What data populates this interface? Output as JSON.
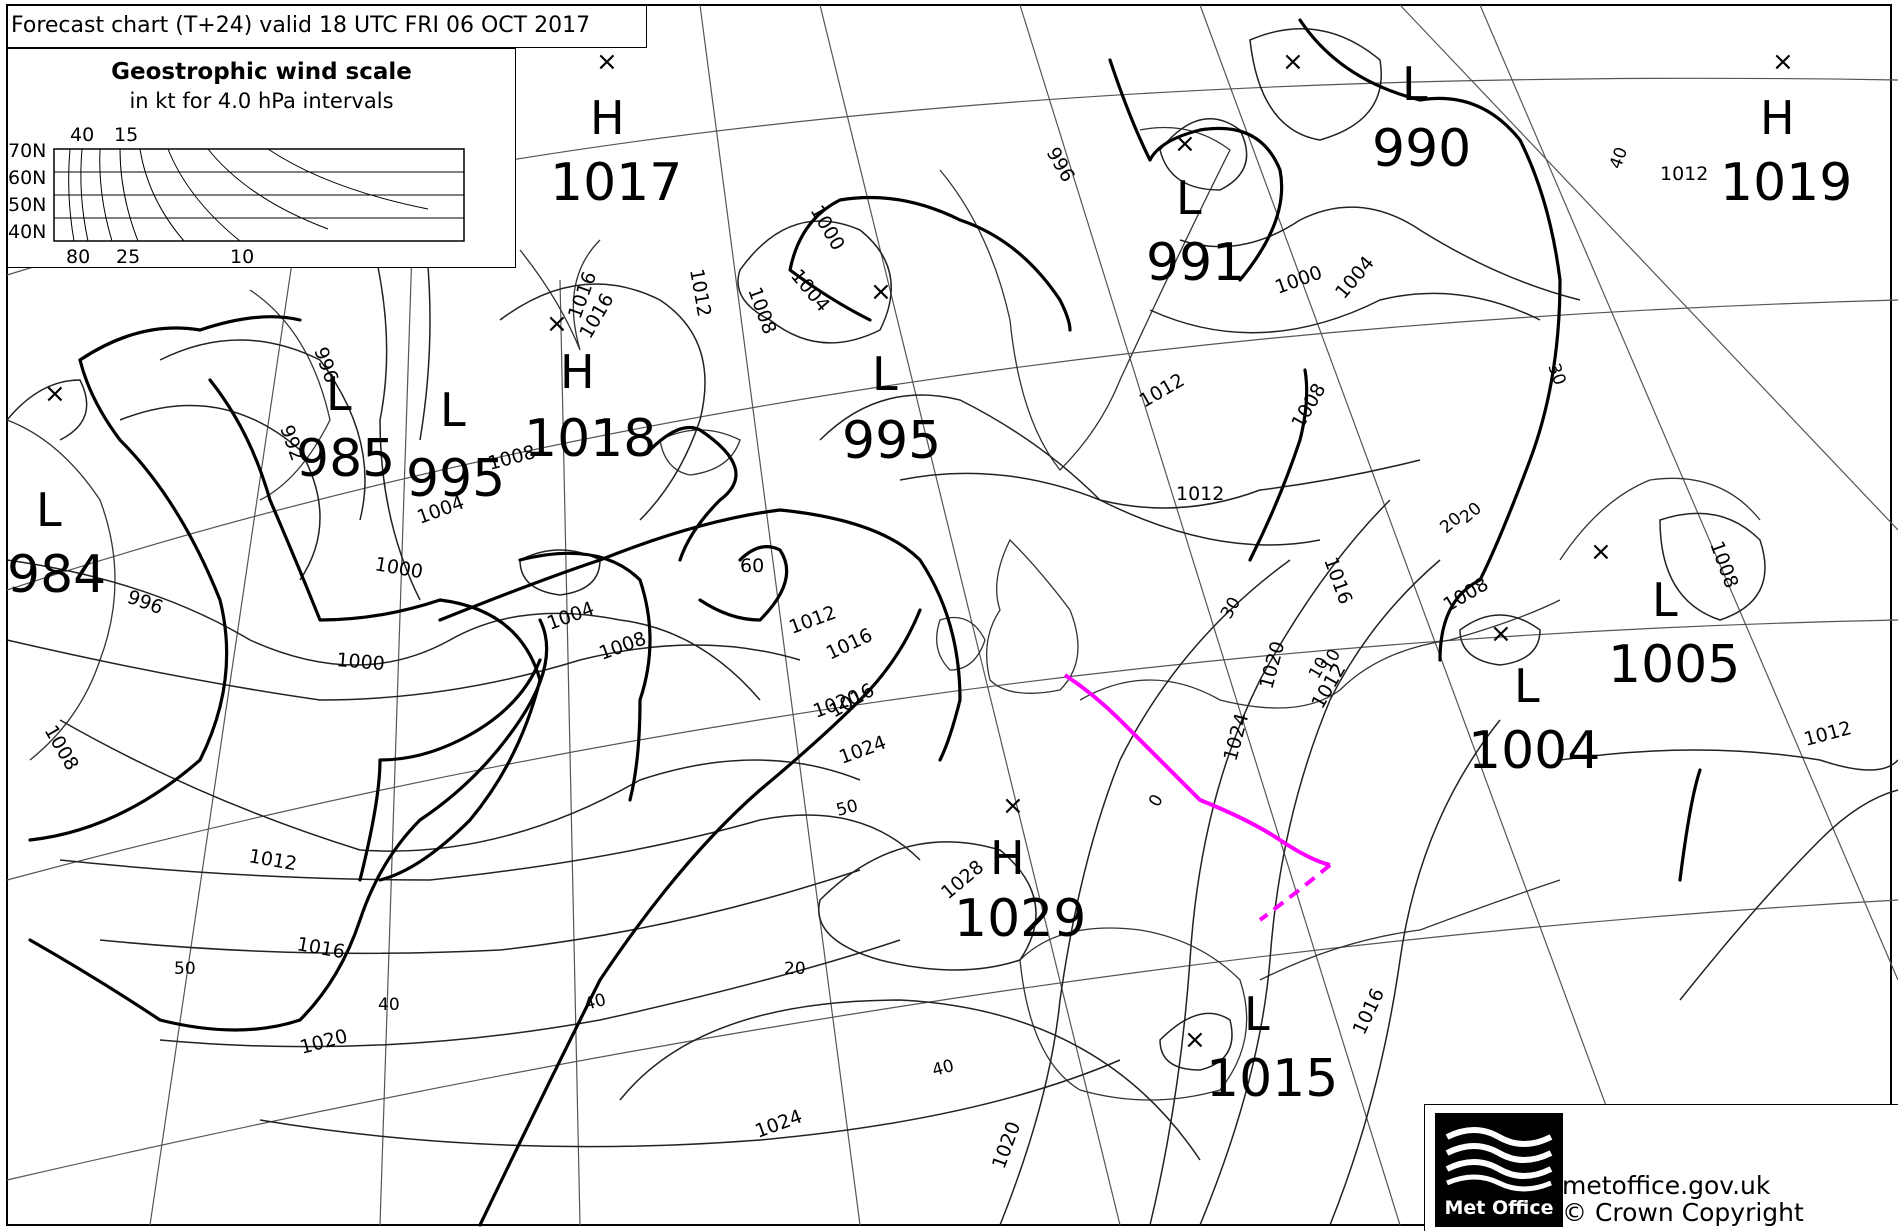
{
  "header": {
    "title": "Forecast chart (T+24) valid 18 UTC FRI 06  OCT 2017"
  },
  "scale": {
    "title": "Geostrophic wind scale",
    "subtitle": "in kt for 4.0 hPa intervals",
    "top_values": [
      "40",
      "15"
    ],
    "bottom_values": [
      "80",
      "25",
      "10"
    ],
    "latitudes": [
      "70N",
      "60N",
      "50N",
      "40N"
    ]
  },
  "pressure_systems": [
    {
      "type": "H",
      "value": "1017"
    },
    {
      "type": "H",
      "value": "1018"
    },
    {
      "type": "L",
      "value": "985"
    },
    {
      "type": "L",
      "value": "995"
    },
    {
      "type": "L",
      "value": "984"
    },
    {
      "type": "L",
      "value": "995"
    },
    {
      "type": "L",
      "value": "991"
    },
    {
      "type": "L",
      "value": "990"
    },
    {
      "type": "H",
      "value": "1019"
    },
    {
      "type": "L",
      "value": "1005"
    },
    {
      "type": "L",
      "value": "1004"
    },
    {
      "type": "H",
      "value": "1029"
    },
    {
      "type": "L",
      "value": "1015"
    }
  ],
  "isobar_labels": [
    "996",
    "992",
    "1008",
    "1004",
    "1000",
    "996",
    "1000",
    "1008",
    "1004",
    "1008",
    "1012",
    "1016",
    "1020",
    "1016",
    "1012",
    "1016",
    "1020",
    "1024",
    "1000",
    "1004",
    "1008",
    "1012",
    "1012",
    "996",
    "1000",
    "1004",
    "1008",
    "1012",
    "1016",
    "1020",
    "1024",
    "1012",
    "1016",
    "1028",
    "1024",
    "1020",
    "1016",
    "1012",
    "1008",
    "1008",
    "1012",
    "1016",
    "60"
  ],
  "grid_labels": [
    "50",
    "40",
    "20",
    "50",
    "40",
    "30",
    "20",
    "10",
    "0",
    "40",
    "30",
    "20",
    "10",
    "40"
  ],
  "branding": {
    "logo_text": "Met Office",
    "site": "metoffice.gov.uk",
    "copyright": "© Crown Copyright"
  },
  "colors": {
    "uk_front": "#ff00ff",
    "lines": "#222222",
    "background": "#ffffff"
  }
}
